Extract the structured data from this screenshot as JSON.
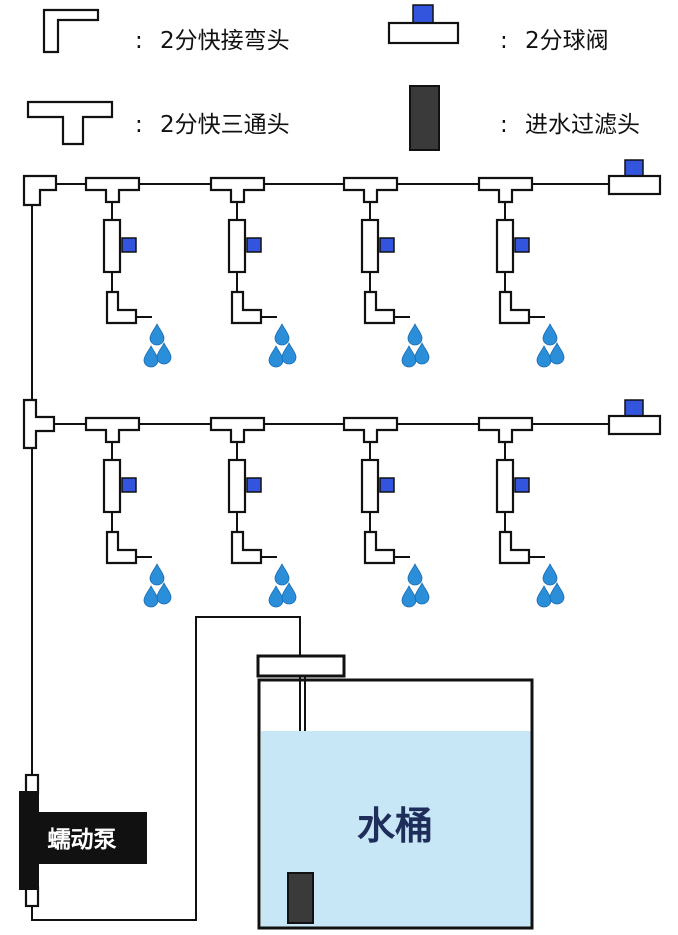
{
  "legend": {
    "elbow_label": "2分快接弯头",
    "ball_valve_label": "2分球阀",
    "tee_label": "2分快三通头",
    "filter_label": "进水过滤头",
    "separator": ":"
  },
  "pump": {
    "label": "蠕动泵",
    "color": "#111111"
  },
  "bucket": {
    "label": "水桶",
    "water_color": "#c7e6f6",
    "label_color": "#1f2d5a"
  },
  "colors": {
    "valve_knob": "#3355dd",
    "water_drop": "#2b8ed9"
  },
  "rows": [
    {
      "name": "upper-row",
      "branches": 4,
      "end_valve": true
    },
    {
      "name": "lower-row",
      "branches": 4,
      "end_valve": true
    }
  ]
}
